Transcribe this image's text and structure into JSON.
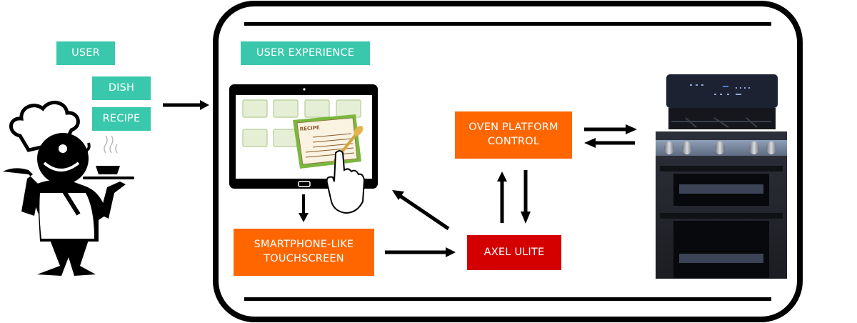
{
  "diagram": {
    "user_side": {
      "user_label": "USER",
      "dish_label": "DISH",
      "recipe_label": "RECIPE",
      "chef_icon": "chef-serving-dish-icon"
    },
    "system": {
      "user_experience_label": "USER EXPERIENCE",
      "tablet_icon": "tablet-recipe-touch-icon",
      "tablet_card_text": "RECIPE",
      "smartphone_label_line1": "SMARTPHONE-LIKE",
      "smartphone_label_line2": "TOUCHSCREEN",
      "axel_label": "AXEL ULITE",
      "oven_control_line1": "OVEN PLATFORM",
      "oven_control_line2": "CONTROL",
      "oven_icon": "gas-range-oven-icon"
    },
    "colors": {
      "teal": "#3ac8ac",
      "orange": "#ff6600",
      "red": "#d40000",
      "frame": "#000000"
    },
    "connections": [
      {
        "from": "user",
        "to": "system"
      },
      {
        "from": "tablet",
        "to": "smartphone-touchscreen"
      },
      {
        "from": "smartphone-touchscreen",
        "to": "axel-ulite"
      },
      {
        "from": "axel-ulite",
        "to": "tablet"
      },
      {
        "from": "axel-ulite",
        "to": "oven-platform-control"
      },
      {
        "from": "oven-platform-control",
        "to": "axel-ulite"
      },
      {
        "from": "oven-platform-control",
        "to": "oven"
      },
      {
        "from": "oven",
        "to": "oven-platform-control"
      }
    ]
  }
}
